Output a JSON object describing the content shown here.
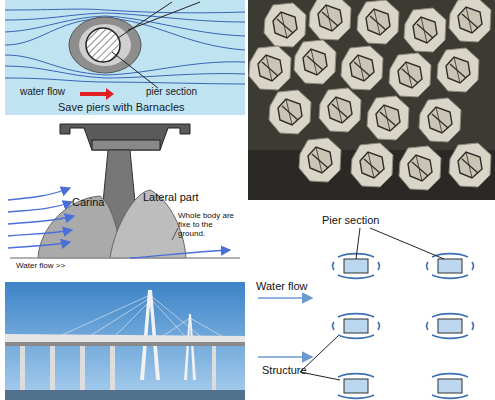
{
  "diagram": {
    "labels": [
      "water flow",
      "pier section",
      "Save piers with Barnacles",
      "Carina",
      "Lateral part",
      "Whole body are fixe to the ground.",
      "Water flow >>",
      "Pier section",
      "Water flow",
      "Structure"
    ]
  }
}
